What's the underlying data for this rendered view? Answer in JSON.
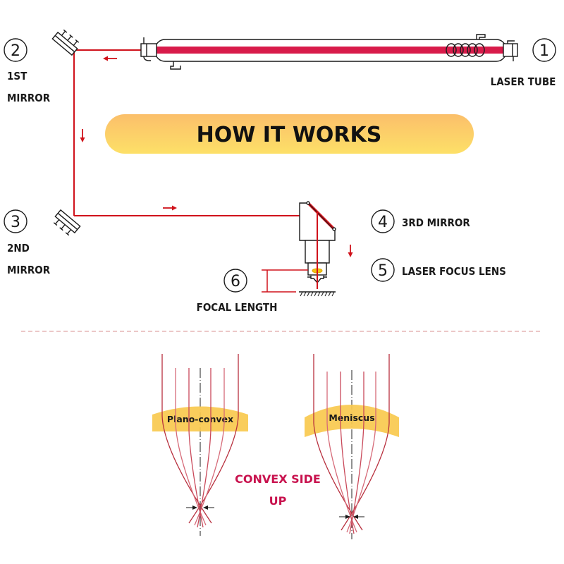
{
  "title": "HOW IT WORKS",
  "colors": {
    "beam": "#d0121b",
    "tube_core": "#d81b4a",
    "banner_top": "#fbbf6a",
    "banner_bottom": "#fde068",
    "lens_fill": "#f9c94e",
    "note": "#c8124e",
    "divider": "#e0a8a8",
    "ink": "#1a1a1a"
  },
  "components": [
    {
      "number": "1",
      "label": "LASER TUBE"
    },
    {
      "number": "2",
      "label_line1": "1ST",
      "label_line2": "MIRROR"
    },
    {
      "number": "3",
      "label_line1": "2ND",
      "label_line2": "MIRROR"
    },
    {
      "number": "4",
      "label": "3RD MIRROR"
    },
    {
      "number": "5",
      "label": "LASER FOCUS LENS"
    },
    {
      "number": "6",
      "label": "FOCAL LENGTH"
    }
  ],
  "lenses": [
    {
      "name": "Plano-convex"
    },
    {
      "name": "Meniscus"
    }
  ],
  "note": {
    "line1": "CONVEX SIDE",
    "line2": "UP"
  }
}
